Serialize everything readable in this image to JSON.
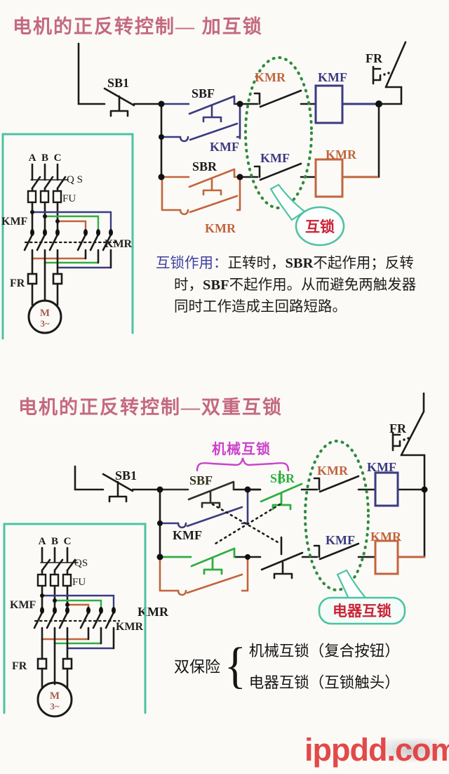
{
  "page": {
    "background": "#fbfaf7",
    "watermark_text": "ippdd.com"
  },
  "colors": {
    "title_pink": "#c4697e",
    "navy": "#3b3b80",
    "orange": "#c2643c",
    "green": "#2fae3f",
    "dotted_green": "#2e8b3e",
    "teal": "#4cc3a2",
    "magenta": "#cb42cb",
    "callout_red": "#cc2236",
    "watermark_red": "#e23b3b"
  },
  "diagram1": {
    "title": "电机的正反转控制— 加互锁",
    "interlock_callout": "互锁",
    "note": {
      "prefix": "互锁作用：",
      "l1a": "正转时，",
      "l1b": "SBR",
      "l1c": "不起作用；反转",
      "l2a": "时，",
      "l2b": "SBF",
      "l2c": "不起作用。从而避免两触发器",
      "l3": "同时工作造成主回路短路。"
    },
    "control": {
      "sb1": "SB1",
      "sbf": "SBF",
      "kmf_latch": "KMF",
      "sbr": "SBR",
      "kmr_latch": "KMR",
      "kmr_nc": "KMR",
      "kmf_coil": "KMF",
      "kmf_nc": "KMF",
      "kmr_coil": "KMR",
      "fr": "FR"
    },
    "power": {
      "phase_a": "A",
      "phase_b": "B",
      "phase_c": "C",
      "qs": "Q S",
      "fu": "FU",
      "kmf": "KMF",
      "kmr": "KMR",
      "fr": "FR",
      "motor_m": "M",
      "motor_3": "3~"
    }
  },
  "diagram2": {
    "title": "电机的正反转控制—双重互锁",
    "mechanical_interlock_label": "机械互锁",
    "electrical_interlock_label": "电器互锁",
    "control": {
      "sb1": "SB1",
      "sbf": "SBF",
      "sbr": "SBR",
      "kmf_latch": "KMF",
      "kmr_latch": "KMR",
      "kmr_nc": "KMR",
      "kmf_coil": "KMF",
      "kmf_nc": "KMF",
      "kmr_coil": "KMR",
      "fr": "FR"
    },
    "power": {
      "phase_a": "A",
      "phase_b": "B",
      "phase_c": "C",
      "qs": "QS",
      "fu": "FU",
      "kmf": "KMF",
      "kmr": "KMR",
      "fr": "FR",
      "motor_m": "M",
      "motor_3": "3~"
    },
    "summary": {
      "head": "双保险",
      "brace": "{",
      "item1": "机械互锁（复合按钮）",
      "item2": "电器互锁（互锁触头）"
    }
  }
}
